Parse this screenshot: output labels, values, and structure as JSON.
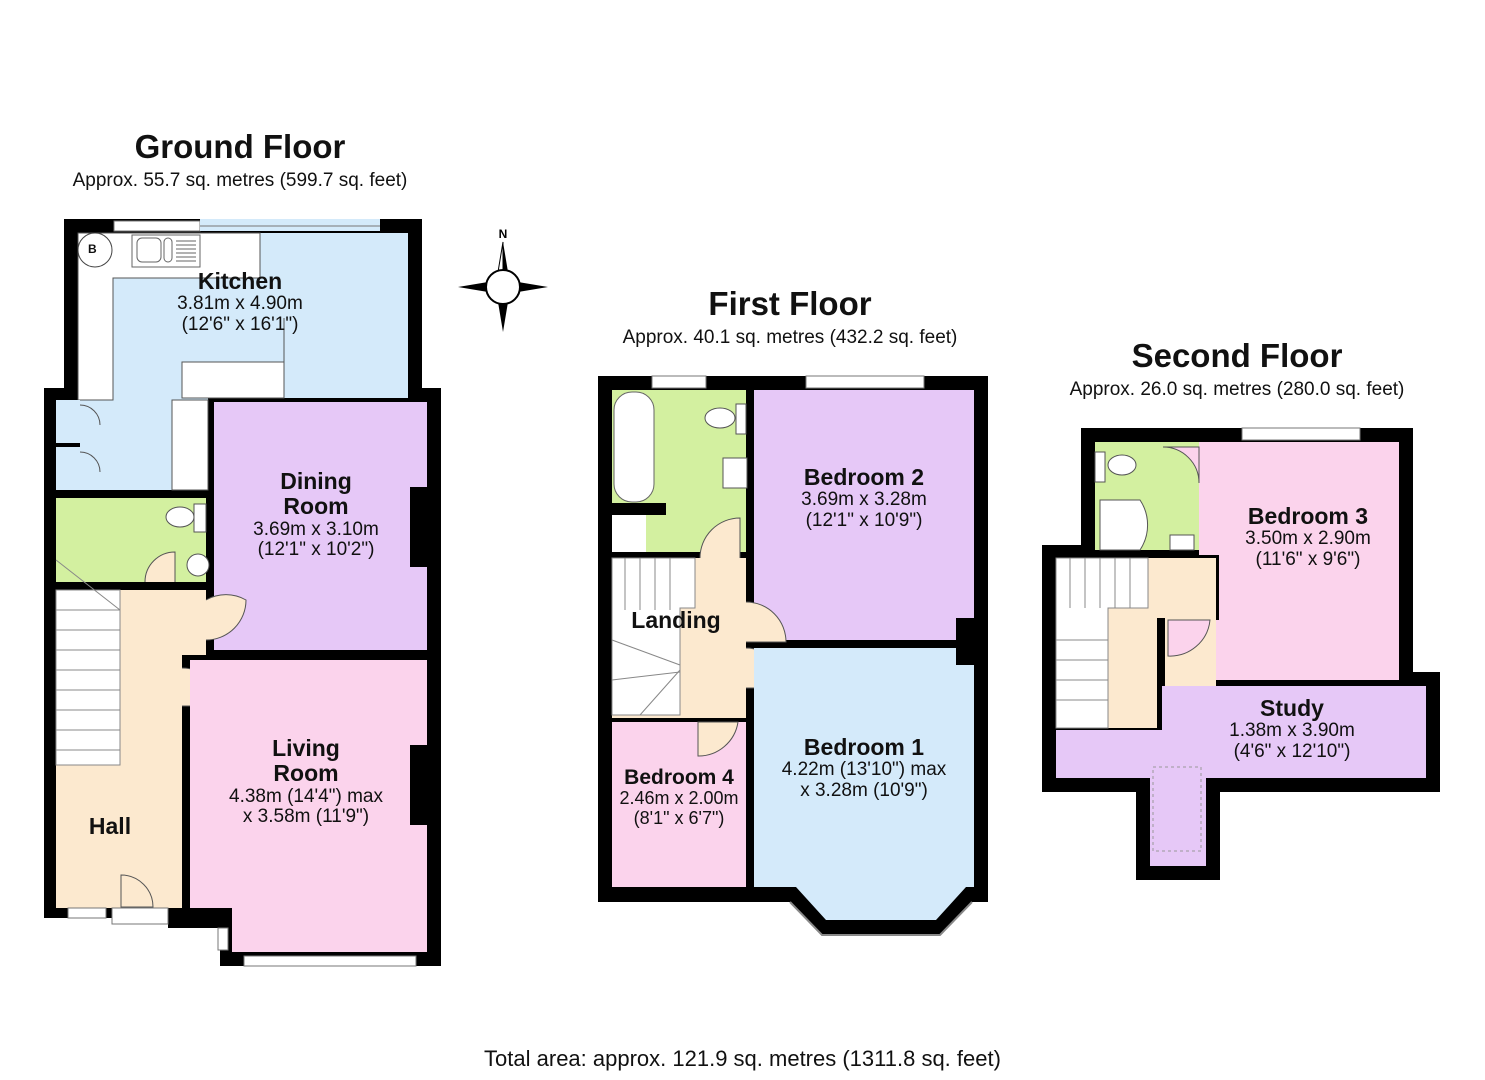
{
  "floors": {
    "ground": {
      "title": "Ground Floor",
      "area": "Approx. 55.7 sq. metres (599.7 sq. feet)",
      "rooms": {
        "kitchen": {
          "name": "Kitchen",
          "dim1": "3.81m x 4.90m",
          "dim2": "(12'6\" x 16'1\")"
        },
        "dining": {
          "name1": "Dining",
          "name2": "Room",
          "dim1": "3.69m x 3.10m",
          "dim2": "(12'1\" x 10'2\")"
        },
        "living": {
          "name1": "Living",
          "name2": "Room",
          "dim1": "4.38m (14'4\") max",
          "dim2": "x 3.58m (11'9\")"
        },
        "hall": {
          "name": "Hall"
        },
        "boiler": {
          "label": "B"
        }
      }
    },
    "first": {
      "title": "First Floor",
      "area": "Approx. 40.1 sq. metres (432.2 sq. feet)",
      "rooms": {
        "bedroom2": {
          "name": "Bedroom 2",
          "dim1": "3.69m x 3.28m",
          "dim2": "(12'1\" x 10'9\")"
        },
        "landing": {
          "name": "Landing"
        },
        "bedroom1": {
          "name": "Bedroom 1",
          "dim1": "4.22m (13'10\") max",
          "dim2": "x 3.28m (10'9\")"
        },
        "bedroom4": {
          "name": "Bedroom 4",
          "dim1": "2.46m x 2.00m",
          "dim2": "(8'1\" x 6'7\")"
        }
      }
    },
    "second": {
      "title": "Second Floor",
      "area": "Approx. 26.0 sq. metres (280.0 sq. feet)",
      "rooms": {
        "bedroom3": {
          "name": "Bedroom 3",
          "dim1": "3.50m x 2.90m",
          "dim2": "(11'6\" x 9'6\")"
        },
        "study": {
          "name": "Study",
          "dim1": "1.38m x 3.90m",
          "dim2": "(4'6\" x 12'10\")"
        }
      }
    }
  },
  "compass": {
    "north_label": "N"
  },
  "total": "Total area: approx. 121.9 sq. metres (1311.8 sq. feet)",
  "colors": {
    "kitchen": "#d4eafa",
    "dining": "#e6c8f7",
    "living": "#fbd3ec",
    "hall": "#fce9cf",
    "bathroom": "#d3f0a0",
    "wall": "#000000"
  }
}
